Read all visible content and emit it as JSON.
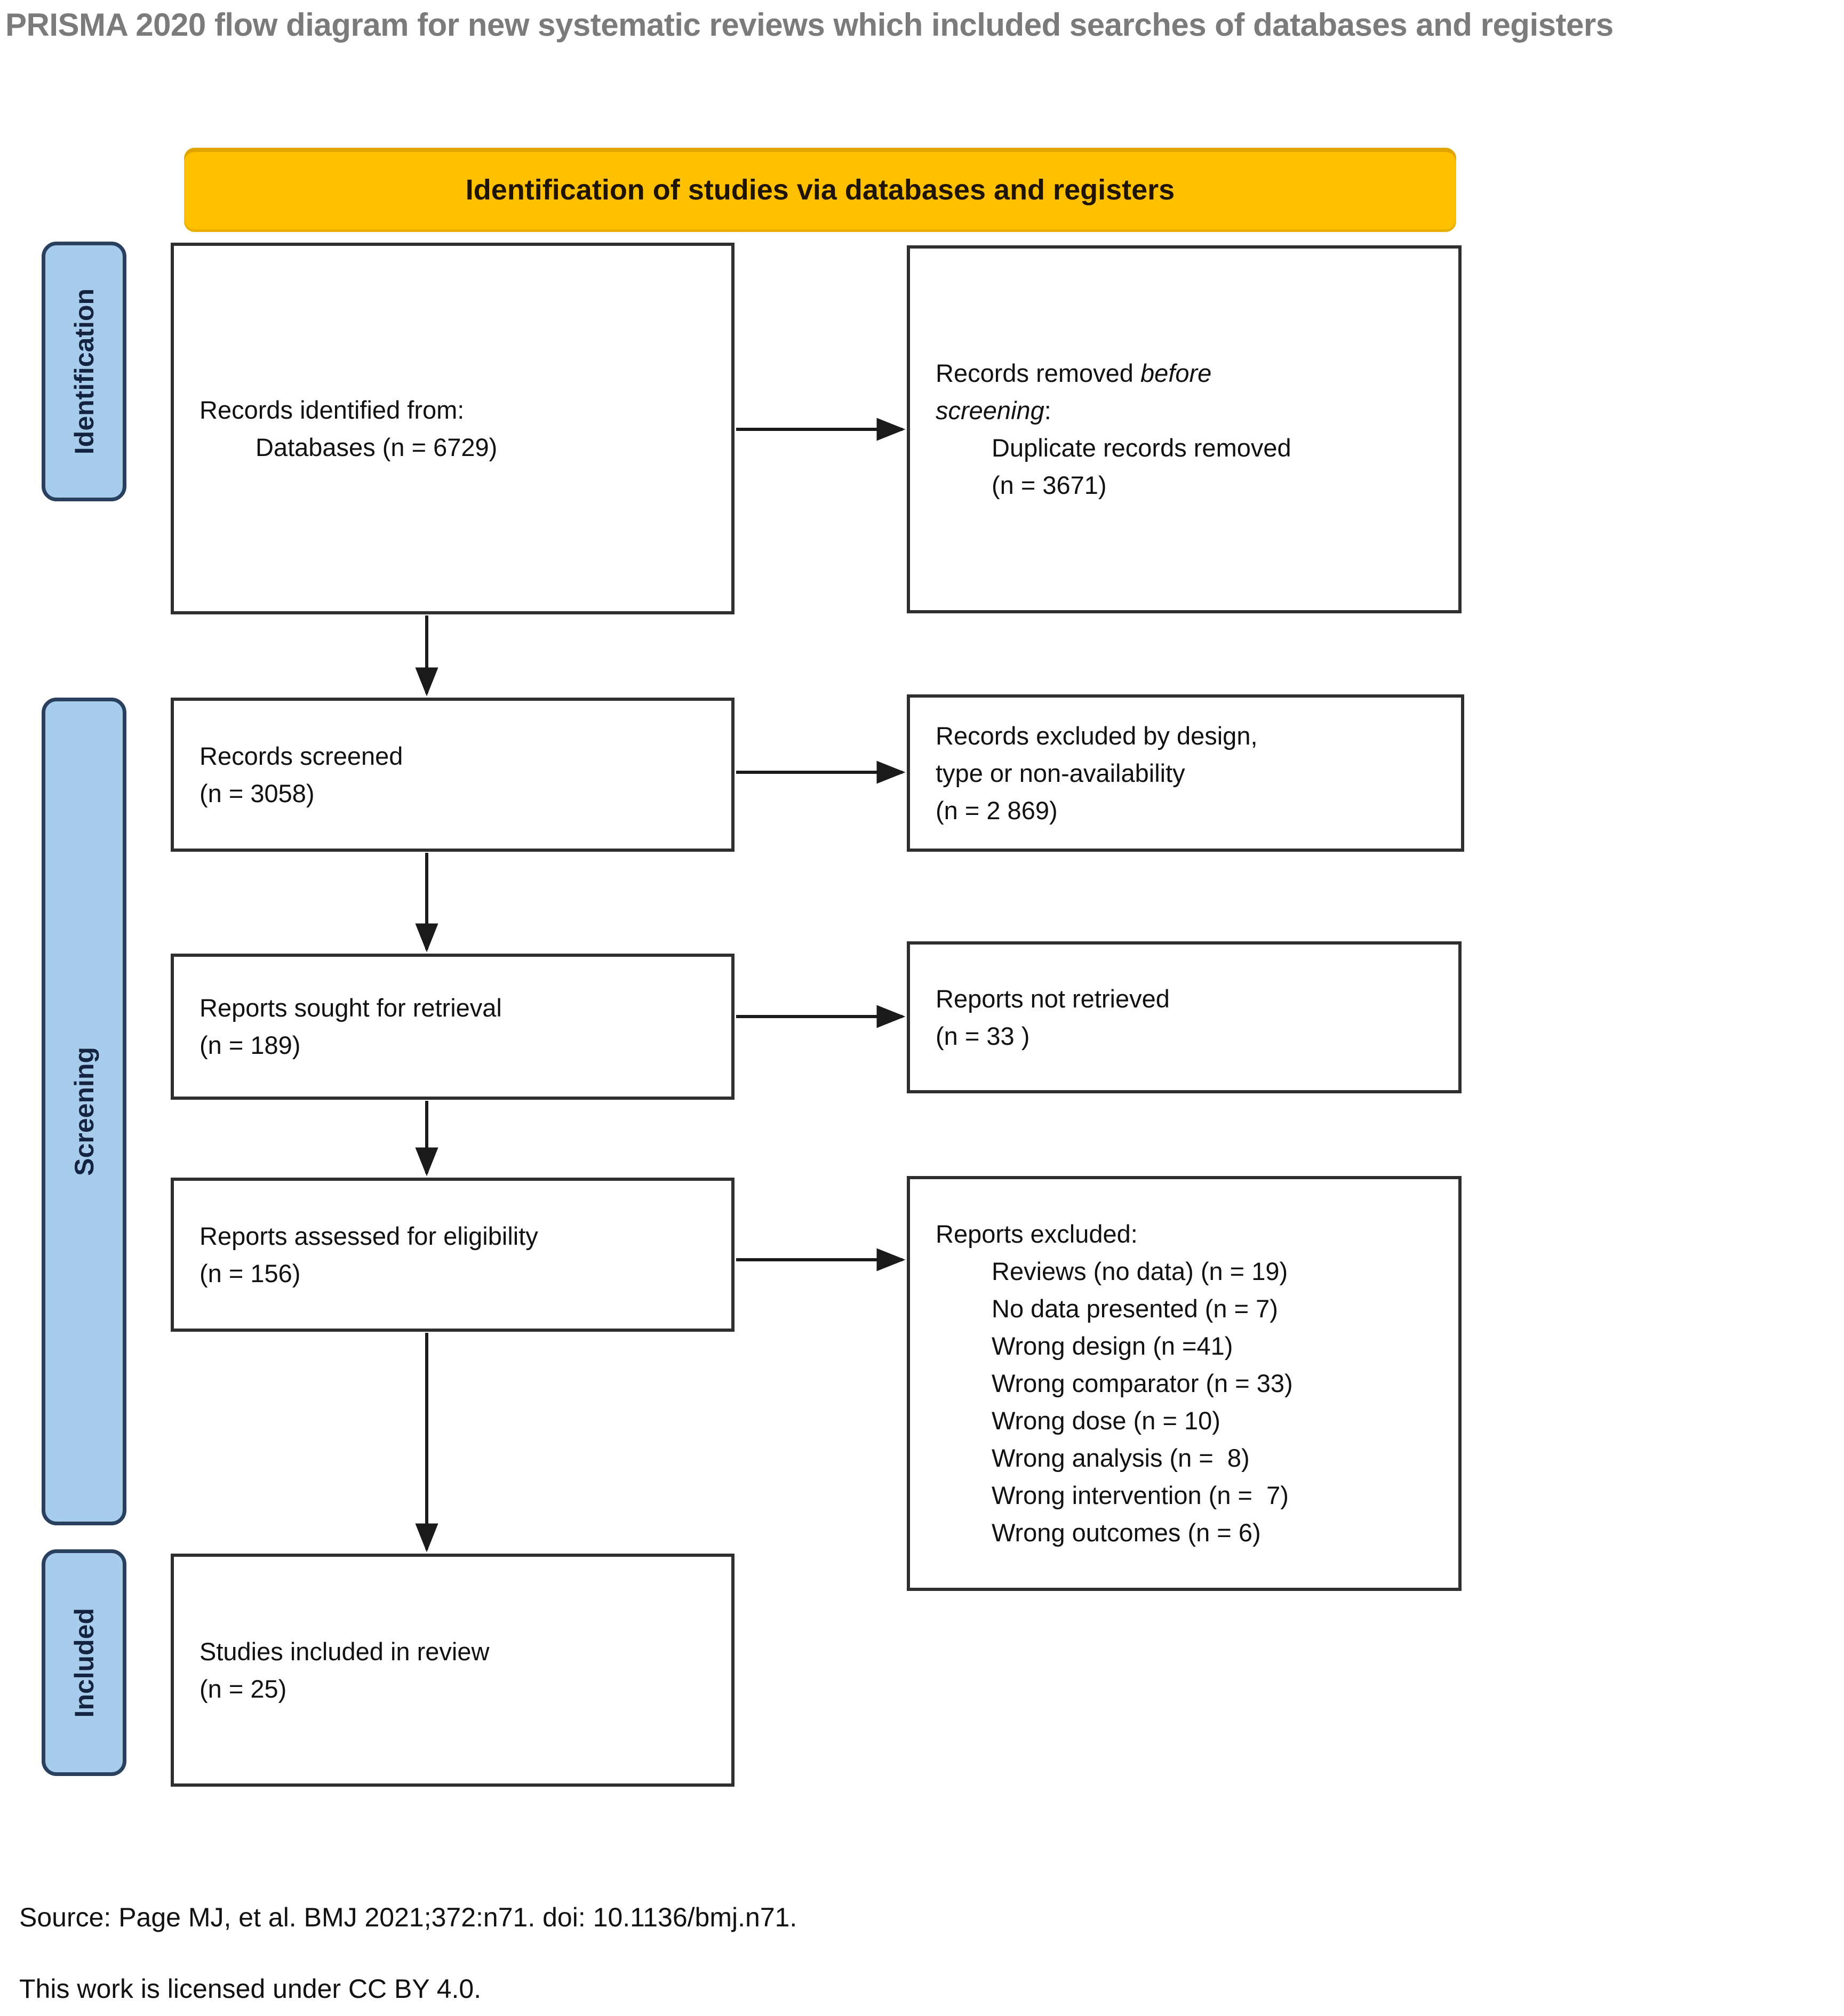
{
  "title": "PRISMA 2020 flow diagram for new systematic reviews which included searches of databases and registers",
  "banner": {
    "label": "Identification of studies via databases and registers"
  },
  "sidebar": {
    "identification": "Identification",
    "screening": "Screening",
    "included": "Included"
  },
  "flow": {
    "identified": {
      "line1": "Records identified from:",
      "line2": "Databases (n = 6729)"
    },
    "screened": {
      "line1": "Records screened",
      "line2": "(n = 3058)"
    },
    "sought": {
      "line1": "Reports sought for retrieval",
      "line2": "(n = 189)"
    },
    "assessed": {
      "line1": "Reports assessed for eligibility",
      "line2": "(n = 156)"
    },
    "included_studies": {
      "line1": "Studies included in review",
      "line2": "(n = 25)"
    }
  },
  "exclusions": {
    "removed_before_screening": {
      "line1_normal": "Records removed ",
      "line1_italic": "before",
      "line2_italic": "screening",
      "line2_normal": ":",
      "detail_line1": "Duplicate records removed",
      "detail_line2": "(n = 3671)"
    },
    "records_excluded": {
      "line1": "Records excluded by design,",
      "line2": "type or non-availability",
      "line3": "(n = 2 869)"
    },
    "not_retrieved": {
      "line1": "Reports not retrieved",
      "line2": "(n = 33 )"
    },
    "reports_excluded": {
      "header": "Reports excluded:",
      "items": [
        "Reviews (no data) (n = 19)",
        "No data presented (n = 7)",
        "Wrong design (n =41)",
        "Wrong comparator (n = 33)",
        "Wrong dose (n = 10)",
        "Wrong analysis (n =  8)",
        "Wrong intervention (n =  7)",
        "Wrong outcomes (n = 6)"
      ]
    }
  },
  "footer": {
    "source": "Source: Page MJ, et al. BMJ 2021;372:n71. doi: 10.1136/bmj.n71.",
    "license": "This work is licensed under CC BY 4.0."
  },
  "colors": {
    "banner_bg": "#FFC000",
    "sidebar_bg": "#A8CDEC",
    "sidebar_border": "#29405F",
    "box_border": "#2F2F2F",
    "arrow": "#1A1A1A",
    "title_text": "#7B7B7B"
  }
}
